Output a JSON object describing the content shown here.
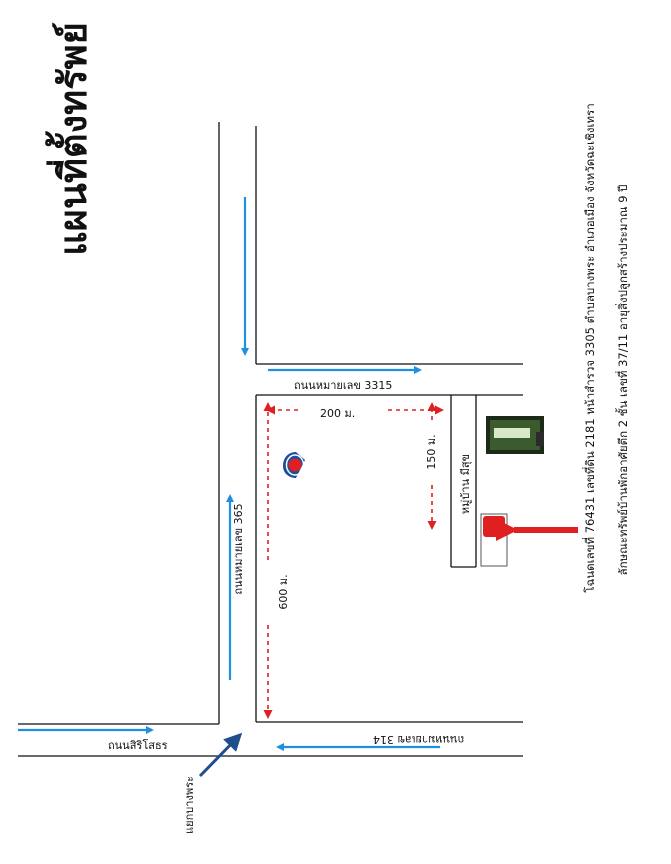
{
  "title": "แผนที่ตั้งทรัพย์",
  "property_info": {
    "line1": "โฉนดเลขที่ 76431 เลขที่ดิน 2181 หน้าสำรวจ 3305 ตำบลบางพระ อำเภอเมือง จังหวัดฉะเชิงเทรา",
    "line2": "ลักษณะทรัพย์บ้านพักอาศัยตึก 2 ชั้น เลขที่ 37/11 อายุสิ่งปลูกสร้างประมาณ 9 ปี"
  },
  "roads": {
    "road_3315": "ถนนหมายเลข 3315",
    "road_365": "ถนนหมายเลข 365",
    "road_314": "ถนนหมายเลข 314",
    "road_sirisothon": "ถนนสิริโสธร",
    "village": "หมู่บ้าน มีสุข",
    "junction": "แยกบางพระ"
  },
  "distances": {
    "d200": "200 ม.",
    "d150": "150 ม.",
    "d600": "600 ม."
  },
  "colors": {
    "road_arrow": "#1e90e0",
    "distance_line": "#e02020",
    "target_marker": "#e02020",
    "junction_arrow": "#1f4e8c",
    "gas_station": "#1a4fa0"
  },
  "icons": [
    "gas-station-icon",
    "village-sign-icon",
    "target-marker-icon",
    "pointer-arrow-icon"
  ]
}
